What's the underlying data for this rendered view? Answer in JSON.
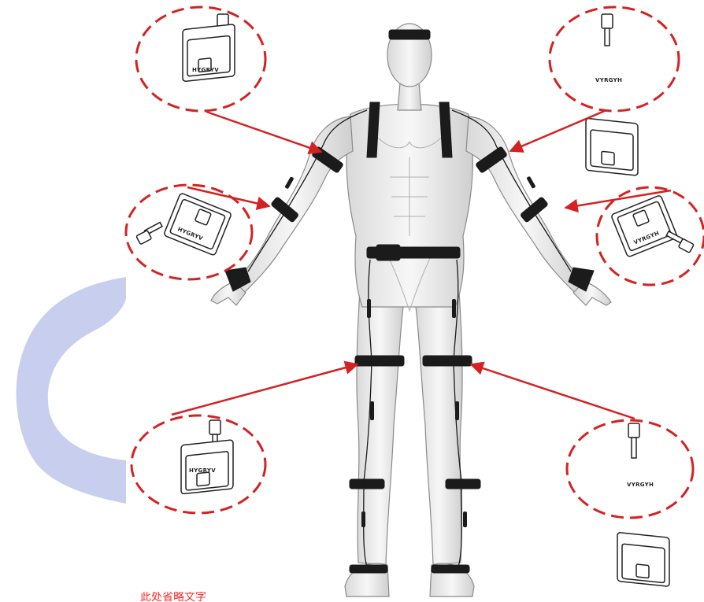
{
  "diagram": {
    "subject": "motion-capture-suit",
    "sensor_count": 6,
    "sensor_labels": [
      "HYGRYV",
      "VYRGYH",
      "HYGRYV",
      "VYRGYH",
      "HYGRYV",
      "VYRGYH"
    ],
    "accent_color": "#d42222",
    "callout_color": "#d42222",
    "strap_color": "#1b1b1b",
    "bg_shape_color": "#c8cfee"
  },
  "caption": "此处省略文字"
}
